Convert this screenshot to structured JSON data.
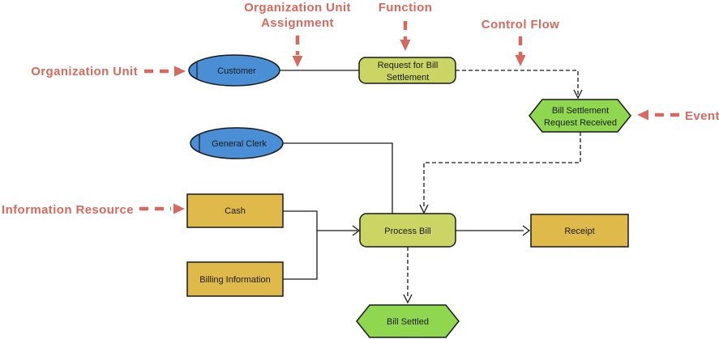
{
  "colors": {
    "annotation_red": "#d9685f",
    "org_unit_blue": "#4a8ed5",
    "function_green": "#cbd563",
    "event_green": "#90d750",
    "resource_orange": "#dfb94a",
    "connector_black": "#1a1a1a"
  },
  "annotations": {
    "org_unit_assignment": {
      "line1": "Organization Unit",
      "line2": "Assignment"
    },
    "function": {
      "label": "Function"
    },
    "control_flow": {
      "label": "Control Flow"
    },
    "organization_unit": {
      "label": "Organization Unit"
    },
    "event": {
      "label": "Event"
    },
    "information_resource": {
      "label": "Information Resource"
    }
  },
  "nodes": {
    "customer": {
      "type": "organization-unit",
      "label": "Customer"
    },
    "general_clerk": {
      "type": "organization-unit",
      "label": "General Clerk"
    },
    "request_for_bill_settlement": {
      "type": "function",
      "line1": "Request for Bill",
      "line2": "Settlement"
    },
    "process_bill": {
      "type": "function",
      "label": "Process Bill"
    },
    "bill_settlement_request_received": {
      "type": "event",
      "line1": "Bill Settlement",
      "line2": "Request Received"
    },
    "bill_settled": {
      "type": "event",
      "label": "Bill Settled"
    },
    "cash": {
      "type": "information-resource",
      "label": "Cash"
    },
    "billing_information": {
      "type": "information-resource",
      "label": "Billing Information"
    },
    "receipt": {
      "type": "information-resource",
      "label": "Receipt"
    }
  }
}
